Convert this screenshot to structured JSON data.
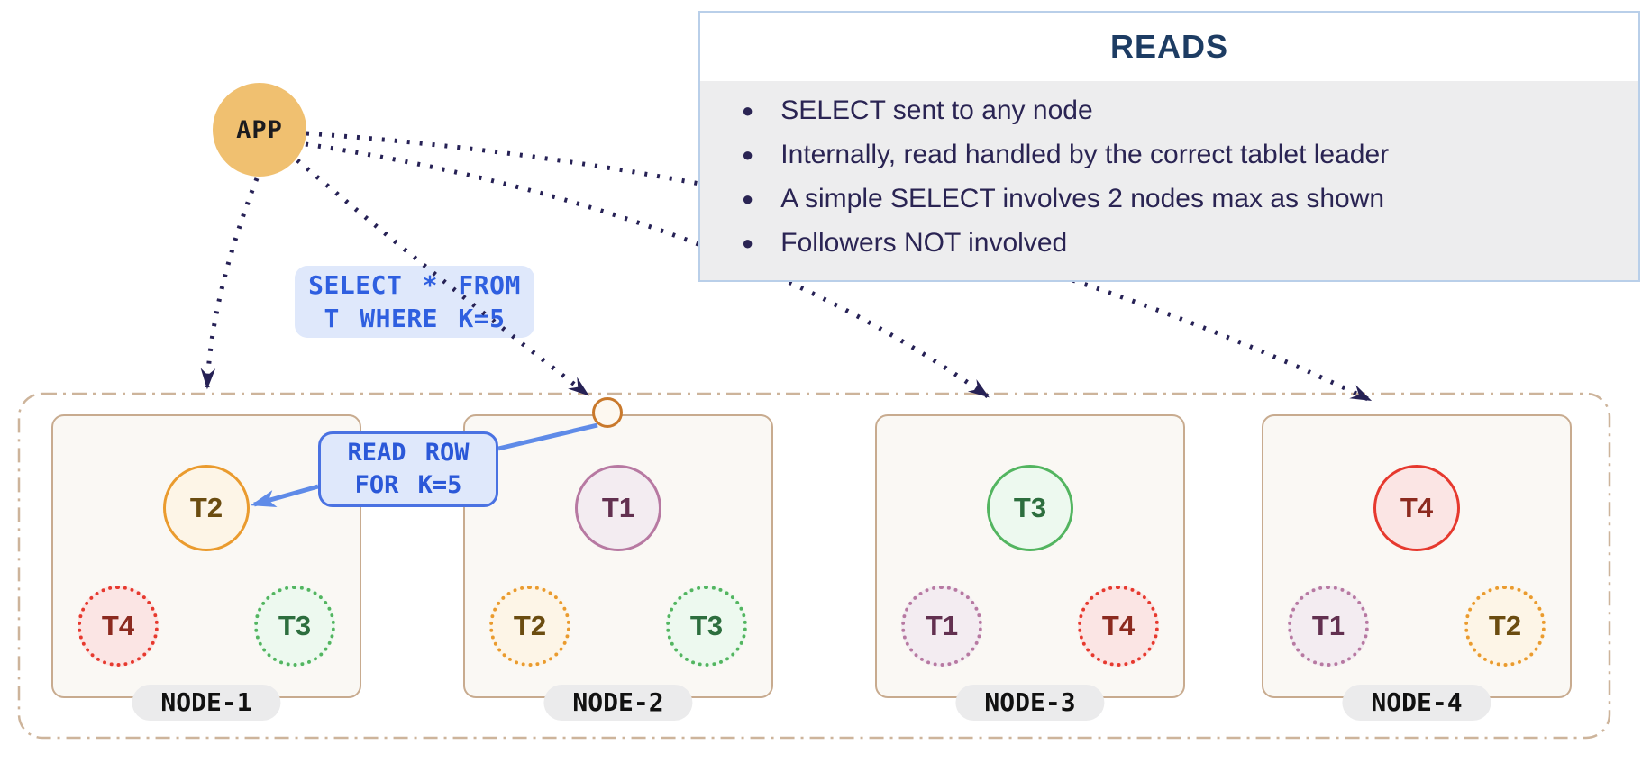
{
  "app": {
    "label": "APP"
  },
  "reads_panel": {
    "title": "READS",
    "bullets": [
      "SELECT sent to any node",
      "Internally, read handled by the correct tablet leader",
      "A simple SELECT involves 2 nodes max as shown",
      "Followers NOT involved"
    ]
  },
  "query_label": {
    "line1": "SELECT * FROM",
    "line2": "T WHERE K=5"
  },
  "read_row_callout": {
    "line1": "READ ROW",
    "line2": "FOR K=5"
  },
  "cluster": {
    "nodes": [
      {
        "name": "NODE-1",
        "leader": {
          "id": "T2",
          "color": "orange"
        },
        "followers": [
          {
            "id": "T4",
            "color": "red"
          },
          {
            "id": "T3",
            "color": "green"
          }
        ]
      },
      {
        "name": "NODE-2",
        "leader": {
          "id": "T1",
          "color": "mauve"
        },
        "followers": [
          {
            "id": "T2",
            "color": "orange"
          },
          {
            "id": "T3",
            "color": "green"
          }
        ]
      },
      {
        "name": "NODE-3",
        "leader": {
          "id": "T3",
          "color": "green"
        },
        "followers": [
          {
            "id": "T1",
            "color": "mauve"
          },
          {
            "id": "T4",
            "color": "red"
          }
        ]
      },
      {
        "name": "NODE-4",
        "leader": {
          "id": "T4",
          "color": "red"
        },
        "followers": [
          {
            "id": "T1",
            "color": "mauve"
          },
          {
            "id": "T2",
            "color": "orange"
          }
        ]
      }
    ]
  },
  "palette": {
    "app": {
      "fill": "#f0c070",
      "text": "#1b1b1f"
    },
    "arrow": {
      "dotted": "#262155",
      "blue": "#5f8be8"
    },
    "query": {
      "bg": "#dfe8fb",
      "text": "#2f5fe0",
      "callout_border": "#4a72e2",
      "callout_text": "#2b58d8"
    },
    "reads": {
      "border": "#b9cfe9",
      "header_bg": "#ffffff",
      "body_bg": "#ededee",
      "title": "#1d3c63",
      "text": "#2a2453"
    },
    "frame": {
      "outer": "#cdb49b",
      "node_border": "#c8ab8f",
      "node_fill": "#faf8f4",
      "pill": "#ebebec",
      "entry_border": "#c9792c",
      "entry_fill": "#fdf8f0"
    },
    "tablet": {
      "orange": {
        "border": "#ea9b2e",
        "fill": "#fdf5e7",
        "text": "#6b4c10"
      },
      "red": {
        "border": "#e6392e",
        "fill": "#fbe5e4",
        "text": "#8c2a1f"
      },
      "green": {
        "border": "#53b560",
        "fill": "#edf9ef",
        "text": "#2d6e3e"
      },
      "mauve": {
        "border": "#b779a2",
        "fill": "#f3ecf1",
        "text": "#623050"
      }
    }
  }
}
